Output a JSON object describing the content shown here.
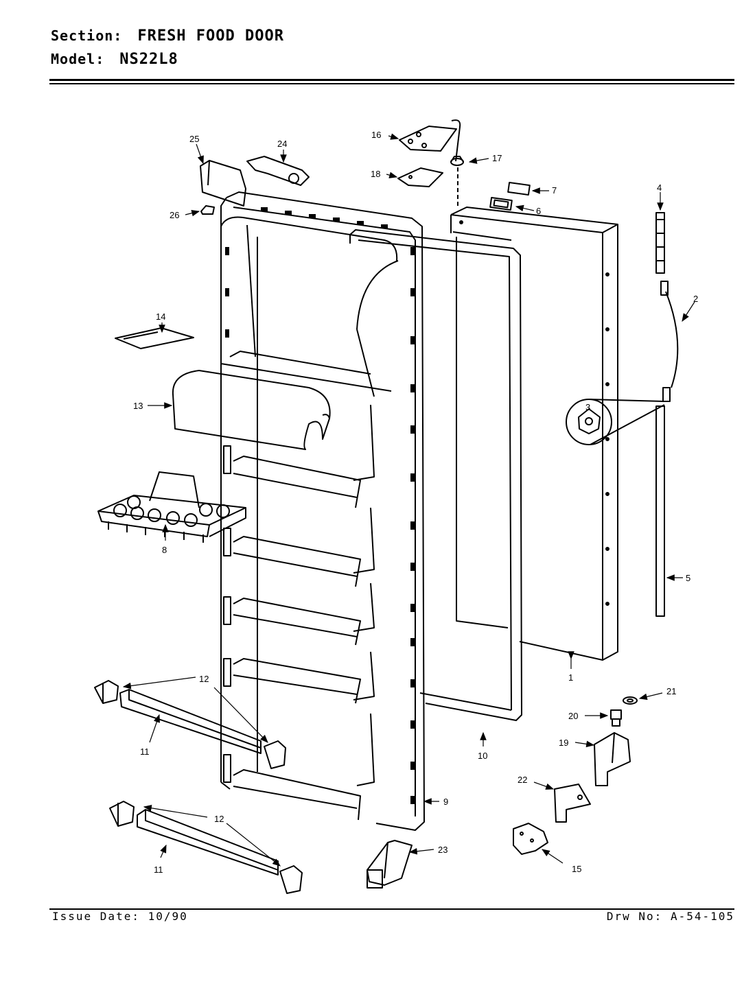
{
  "header": {
    "section_label": "Section:",
    "section_value": "FRESH FOOD DOOR",
    "model_label": "Model:",
    "model_value": "NS22L8"
  },
  "footer": {
    "issue_date": "Issue Date: 10/90",
    "drawing_number": "Drw No: A-54-105"
  },
  "callouts": [
    "1",
    "2",
    "3",
    "4",
    "5",
    "6",
    "7",
    "8",
    "9",
    "10",
    "11",
    "11",
    "12",
    "12",
    "13",
    "14",
    "15",
    "16",
    "17",
    "18",
    "19",
    "20",
    "21",
    "22",
    "23",
    "24",
    "25",
    "26"
  ]
}
